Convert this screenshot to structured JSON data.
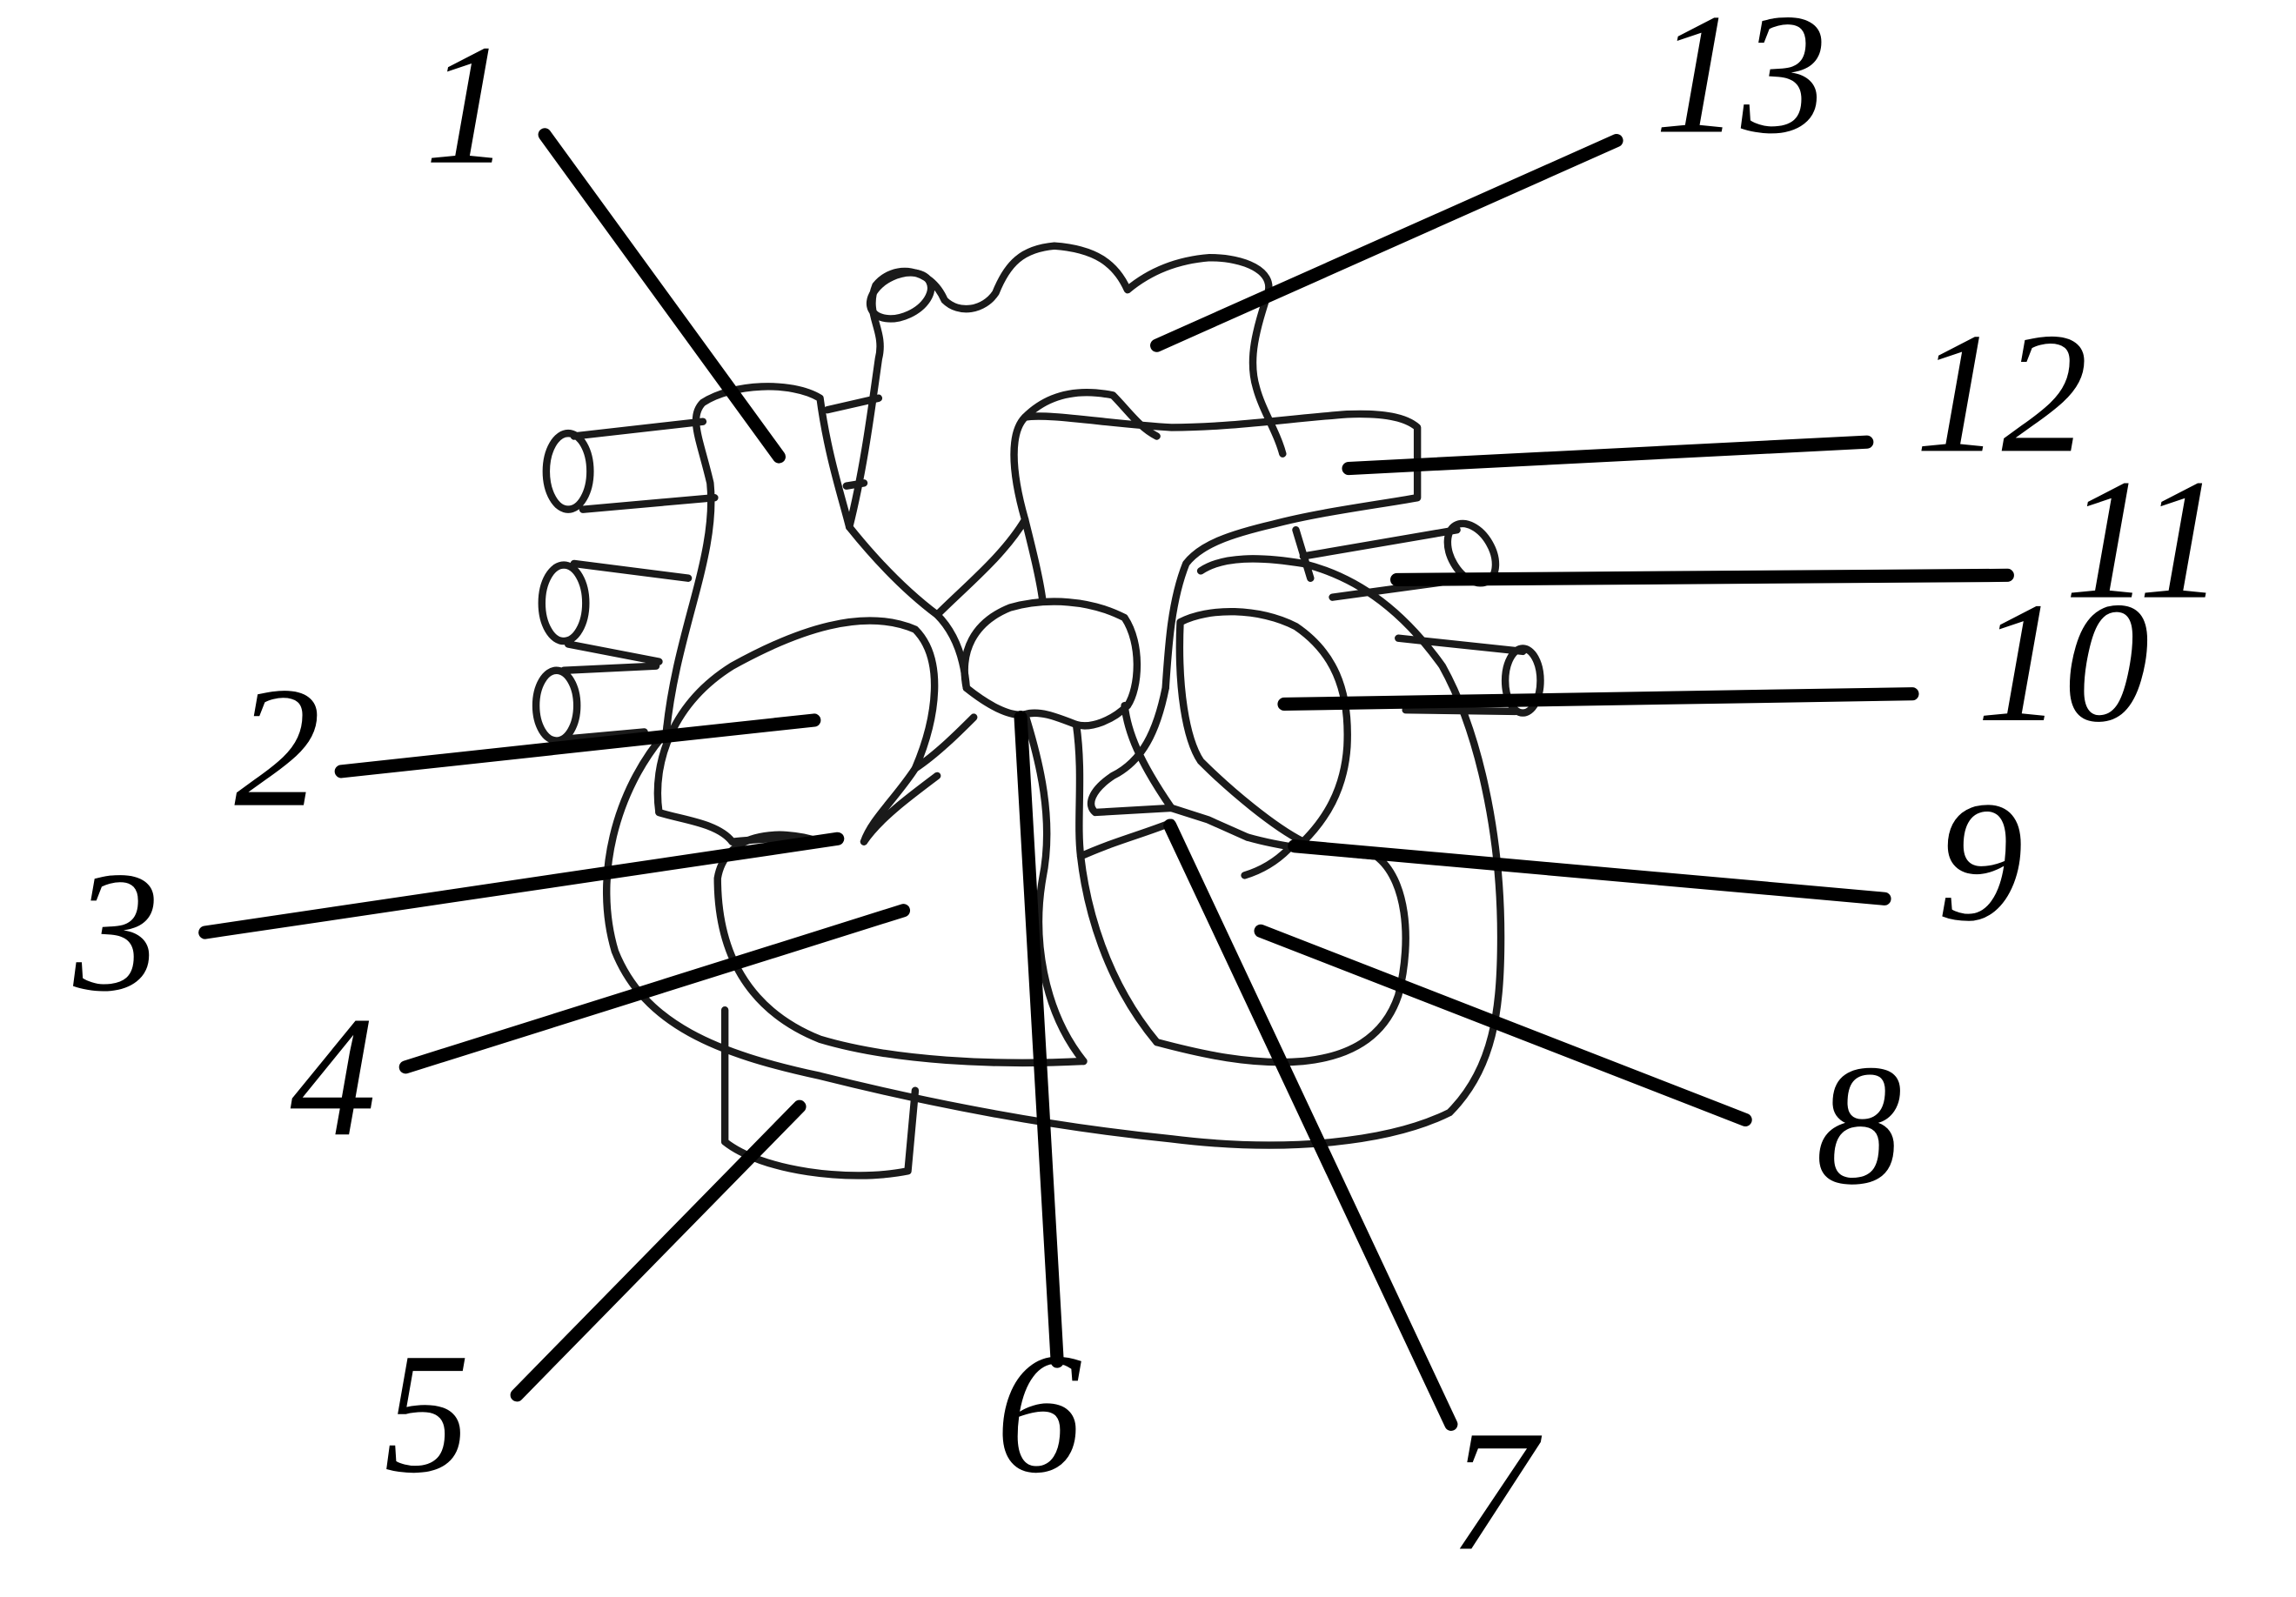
{
  "labels": [
    {
      "id": "1",
      "text": "1"
    },
    {
      "id": "2",
      "text": "2"
    },
    {
      "id": "3",
      "text": "3"
    },
    {
      "id": "4",
      "text": "4"
    },
    {
      "id": "5",
      "text": "5"
    },
    {
      "id": "6",
      "text": "6"
    },
    {
      "id": "7",
      "text": "7"
    },
    {
      "id": "8",
      "text": "8"
    },
    {
      "id": "9",
      "text": "9"
    },
    {
      "id": "10",
      "text": "10"
    },
    {
      "id": "11",
      "text": "11"
    },
    {
      "id": "12",
      "text": "12"
    },
    {
      "id": "13",
      "text": "13"
    }
  ],
  "colors": {
    "outline": "#1a1a1a",
    "leader": "#000000",
    "background": "#ffffff"
  }
}
